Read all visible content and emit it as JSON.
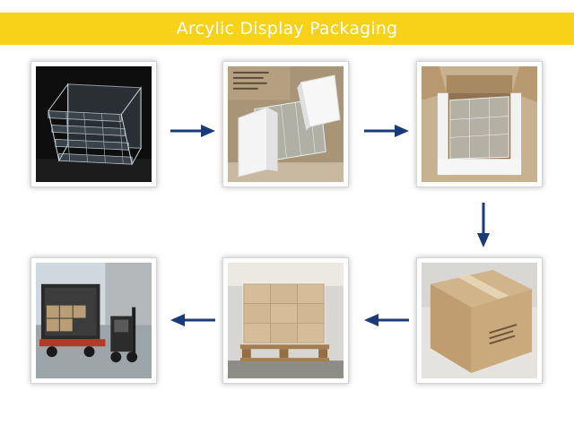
{
  "banner": {
    "title": "Arcylic Display Packaging",
    "color": "#f7d219",
    "text_color": "#ffffff"
  },
  "arrow_color": "#1b3a7a",
  "steps": [
    {
      "name": "acrylic-display-stand-photo",
      "icon": "acrylic-display-icon"
    },
    {
      "name": "foam-protected-display-photo",
      "icon": "foam-corners-icon"
    },
    {
      "name": "display-in-carton-photo",
      "icon": "open-box-icon"
    },
    {
      "name": "sealed-carton-photo",
      "icon": "sealed-box-icon"
    },
    {
      "name": "wrapped-pallet-photo",
      "icon": "pallet-icon"
    },
    {
      "name": "truck-loading-photo",
      "icon": "truck-icon"
    }
  ]
}
